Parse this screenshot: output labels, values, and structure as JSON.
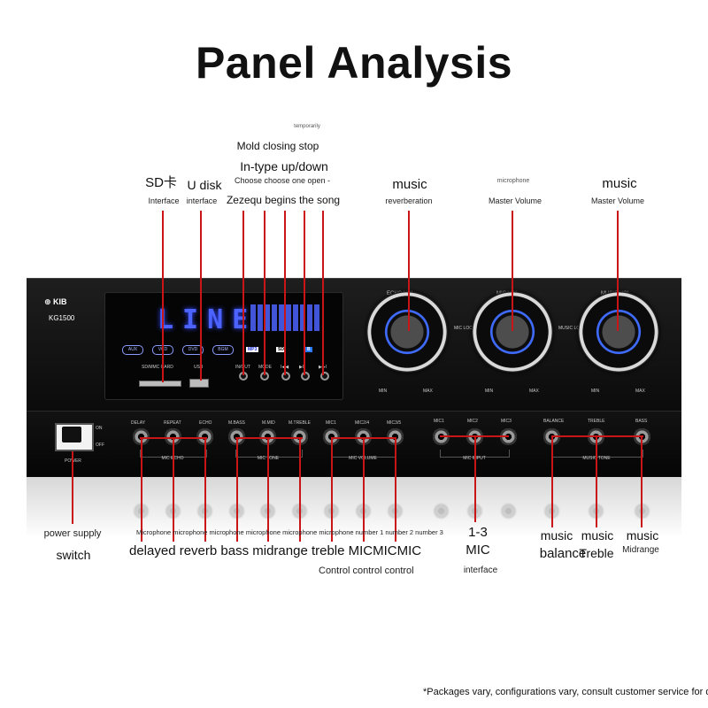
{
  "title": "Panel Analysis",
  "top_labels": {
    "sd_card": {
      "line1": "SD卡",
      "line2": "Interface"
    },
    "u_disk": {
      "line1": "U disk",
      "line2": "interface"
    },
    "temporarily": "temporarily",
    "mold_closing": "Mold closing stop",
    "in_type": "In-type up/down",
    "choose": "Choose choose one open -",
    "zezequ": "Zezequ begins the song",
    "music_reverb": {
      "line1": "music",
      "line2": "reverberation"
    },
    "mic_master": {
      "line1": "microphone",
      "line2": "Master Volume"
    },
    "music_master": {
      "line1": "music",
      "line2": "Master Volume"
    }
  },
  "device": {
    "brand": "KIB",
    "model": "KG1500",
    "lcd_text": "LINE",
    "mode_buttons": [
      "AUX",
      "VCD",
      "DVD",
      "BGM"
    ],
    "sd_label": "SD/MMC CARD",
    "usb_label": "USB",
    "media_icons": [
      "MP3",
      "SD",
      "B"
    ],
    "transport_labels": [
      "IN/OUT",
      "MODE",
      "I◀◀",
      "▶II",
      "▶▶I"
    ],
    "knobs": [
      {
        "label": "ECHO VOL",
        "min": "MIN",
        "max": "MAX"
      },
      {
        "label": "MIC VOL",
        "min": "MIN",
        "max": "MAX"
      },
      {
        "label": "MUSIC VOL",
        "min": "MIN",
        "max": "MAX"
      }
    ],
    "mic_lock": "MIC LOCK",
    "music_lock": "MUSIC LOCK",
    "power_on": "ON",
    "power_off": "OFF",
    "power_label": "POWER",
    "echo_jacks": [
      "DELAY",
      "REPEAT",
      "ECHO"
    ],
    "echo_group": "MIC ECHO",
    "tone_jacks": [
      "M.BASS",
      "M.MID",
      "M.TREBLE"
    ],
    "tone_group": "MIC TONE",
    "vol_jacks": [
      "MIC1",
      "MIC2/4",
      "MIC3/5"
    ],
    "vol_group": "MIC VOLUME",
    "input_jacks": [
      "MIC1",
      "MIC2",
      "MIC3"
    ],
    "input_group": "MIC INPUT",
    "music_jacks": [
      "BALANCE",
      "TREBLE",
      "BASS"
    ],
    "music_group": "MUSIC TONE"
  },
  "bottom_labels": {
    "power_supply": "power supply",
    "switch": "switch",
    "mic_row": "Microphone microphone microphone microphone microphone microphone number 1 number 2 number 3",
    "controls_row": "delayed reverb bass midrange treble MICMICMIC",
    "control_control": "Control control control",
    "mic13": {
      "line1": "1-3",
      "line2": "MIC",
      "line3": "interface"
    },
    "music_balance": {
      "line1": "music",
      "line2": "balance"
    },
    "music_treble": {
      "line1": "music",
      "line2": "Treble"
    },
    "music_mid": {
      "line1": "music",
      "line2": "Midrange"
    }
  },
  "footnote": "*Packages vary, configurations vary, consult customer service for det",
  "colors": {
    "callout_line": "#c91515",
    "lcd_blue": "#4d63ff"
  }
}
